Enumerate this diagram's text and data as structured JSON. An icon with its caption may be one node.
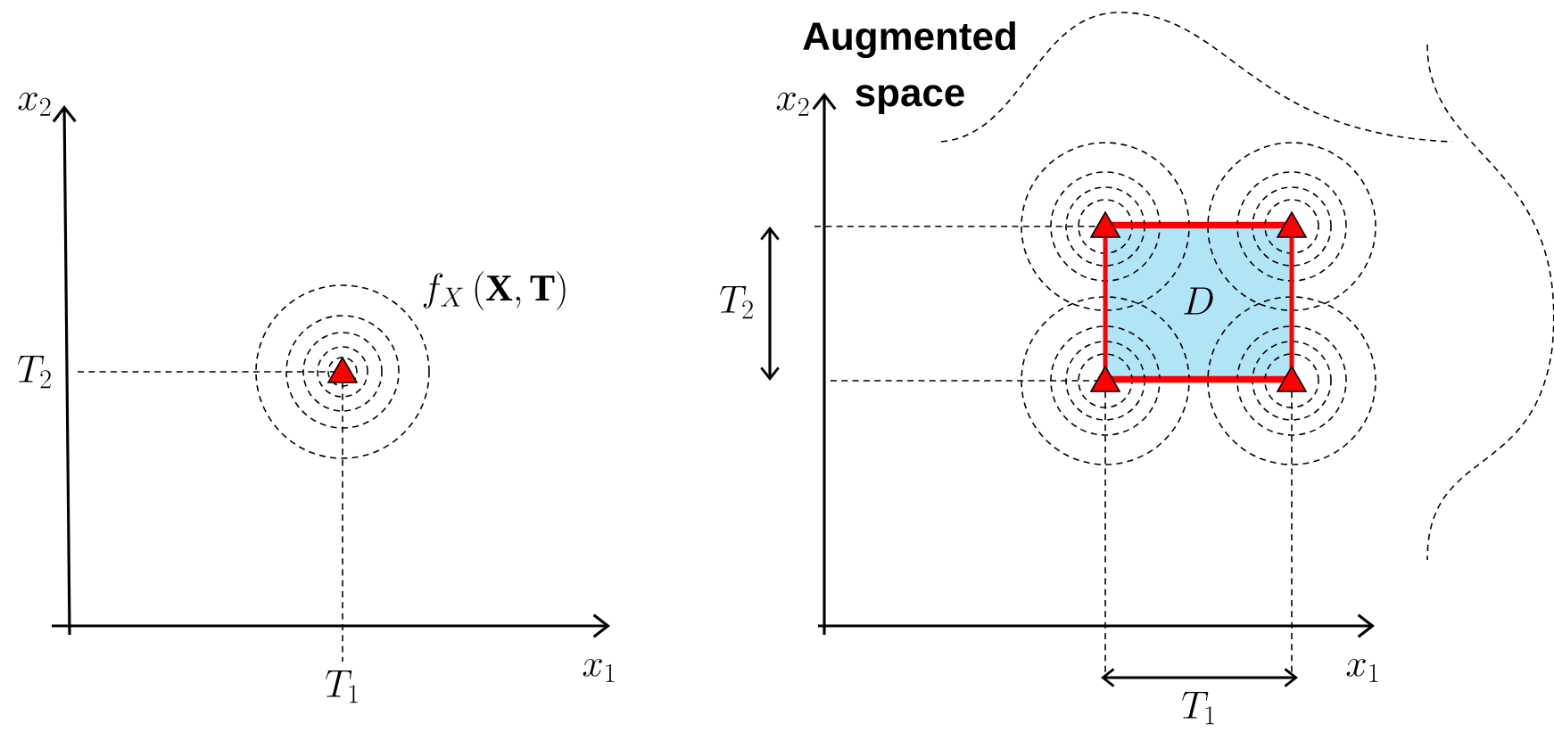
{
  "diagram": {
    "nodes": [
      {
        "text": [
          "D"
        ]
      }
    ],
    "labels": [
      "x_{2}",
      "T_{2}",
      "f_{X}\\,(\\mathbf{X},\\mathbf{T})",
      "T_{1}",
      "x_{1}",
      "Augmented space",
      "x_{2}",
      "T_{2}",
      "x_{1}",
      "T_{1}"
    ]
  }
}
